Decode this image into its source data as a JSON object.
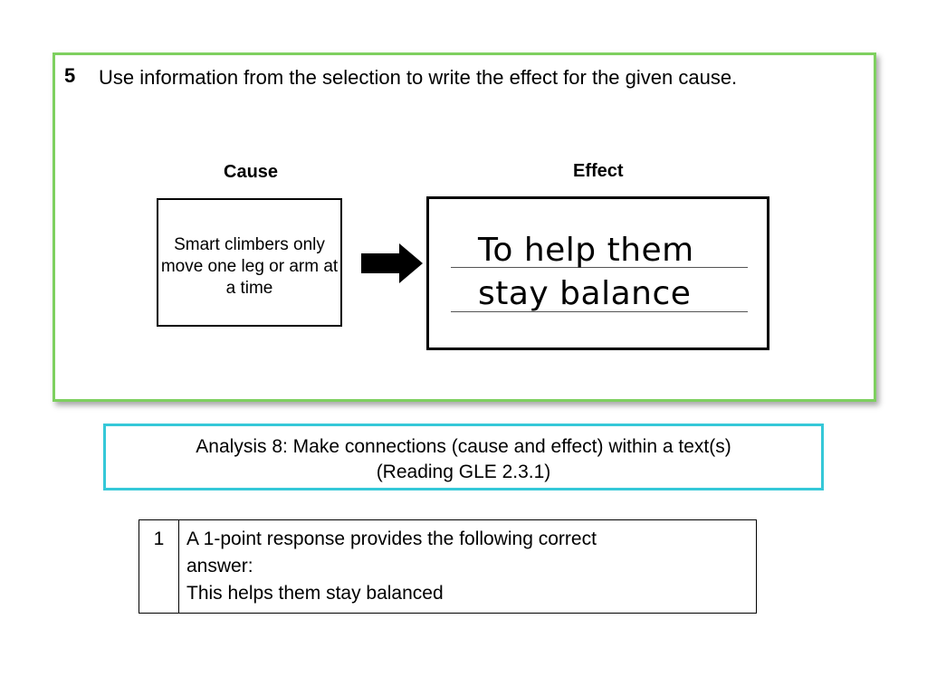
{
  "question": {
    "number": "5",
    "text": "Use information from the selection to write the effect for the given cause.",
    "cause_label": "Cause",
    "effect_label": "Effect",
    "cause_text": "Smart climbers only move one leg or arm at a time",
    "effect_answer_line1": "To help them",
    "effect_answer_line2": "stay balance"
  },
  "standard": {
    "line1": "Analysis 8: Make connections (cause and effect) within a text(s)",
    "line2": "(Reading GLE 2.3.1)"
  },
  "rubric": {
    "score": "1",
    "description_line1": "A 1-point response provides the following correct",
    "description_line2": "answer:",
    "description_line3": "This helps them stay balanced"
  },
  "colors": {
    "question_border": "#7ed05f",
    "standard_border": "#35c8d8"
  },
  "icons": {
    "arrow": "right-arrow-icon"
  }
}
